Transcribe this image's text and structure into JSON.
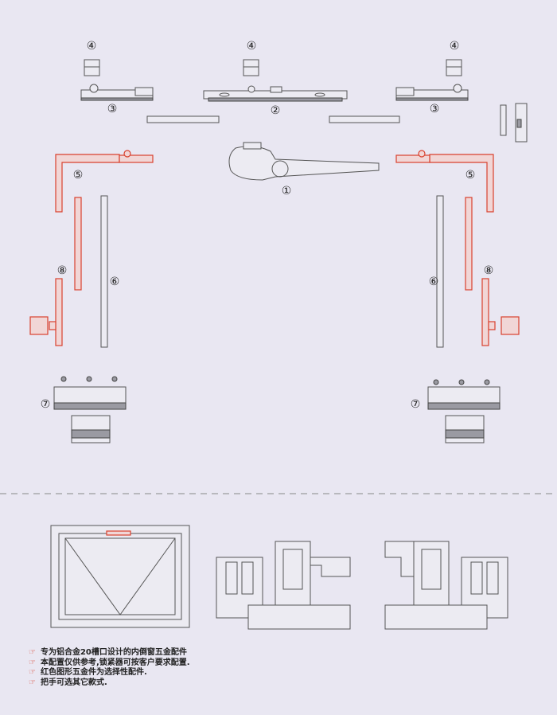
{
  "labels": {
    "n1": "①",
    "n2": "②",
    "n3": "③",
    "n4": "④",
    "n5": "⑤",
    "n6": "⑥",
    "n7": "⑦",
    "n8": "⑧"
  },
  "notes": [
    "专为铝合金20槽口设计的内倒窗五金配件",
    "本配置仅供参考,锁紧器可按客户要求配置.",
    "红色图形五金件为选择性配件.",
    "把手可选其它款式."
  ],
  "colors": {
    "background": "#e9e7f2",
    "optional_part": "#d9412e",
    "part_outline": "#555555"
  }
}
